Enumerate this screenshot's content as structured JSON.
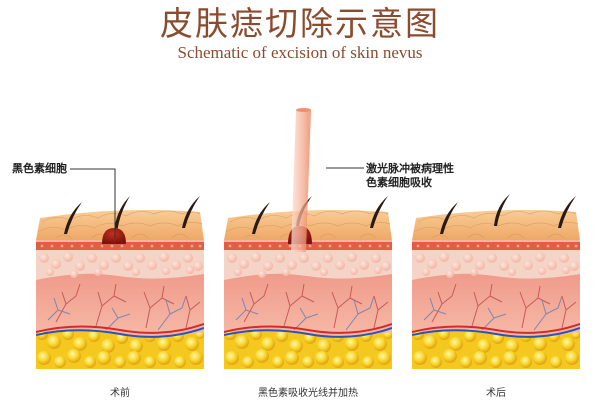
{
  "title": {
    "cn": "皮肤痣切除示意图",
    "en": "Schematic of excision of skin nevus"
  },
  "labels": {
    "melanocyte": "黑色素细胞",
    "laser_line1": "激光脉冲被病理性",
    "laser_line2": "色素细胞吸收"
  },
  "panels": [
    {
      "id": "before",
      "caption": "术前",
      "has_nevus": true,
      "has_laser": false
    },
    {
      "id": "during",
      "caption": "黑色素吸收光线并加热",
      "has_nevus": true,
      "has_laser": true
    },
    {
      "id": "after",
      "caption": "术后",
      "has_nevus": false,
      "has_laser": false
    }
  ],
  "colors": {
    "title": "#8a4b2f",
    "epidermis": "#f4b77c",
    "dermis_band": "#e8674f",
    "papillary": "#f6d3c8",
    "dermis": "#f2a494",
    "fat": "#f7d02a",
    "nevus": "#9e1d12",
    "laser": "#f0825a"
  }
}
